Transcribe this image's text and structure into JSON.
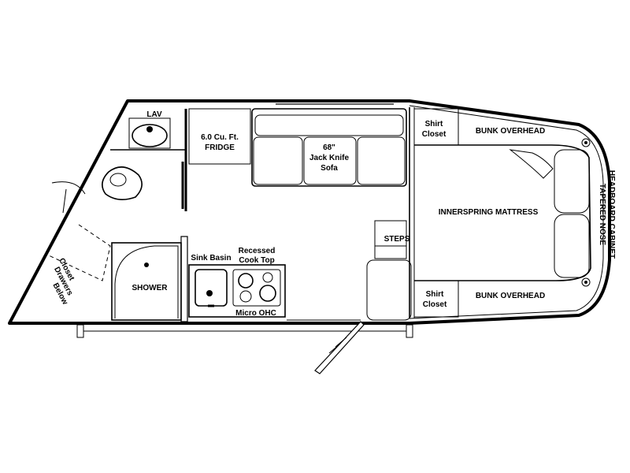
{
  "labels": {
    "lav": "LAV",
    "fridge_line1": "6.0 Cu. Ft.",
    "fridge_line2": "FRIDGE",
    "sofa_line1": "68\"",
    "sofa_line2": "Jack Knife",
    "sofa_line3": "Sofa",
    "shirt_closet_top_line1": "Shirt",
    "shirt_closet_top_line2": "Closet",
    "bunk_overhead_top": "BUNK OVERHEAD",
    "mattress": "INNERSPRING MATTRESS",
    "steps": "STEPS",
    "cabinet_line1": "TAPERED NOSE",
    "cabinet_line2": "HEADBOARD CABINET",
    "shirt_closet_bottom_line1": "Shirt",
    "shirt_closet_bottom_line2": "Closet",
    "bunk_overhead_bottom": "BUNK OVERHEAD",
    "sink_basin": "Sink Basin",
    "cooktop_line1": "Recessed",
    "cooktop_line2": "Cook Top",
    "micro": "Micro OHC",
    "shower": "SHOWER",
    "closet_line1": "Closet",
    "closet_line2": "Drawers",
    "closet_line3": "Below"
  }
}
